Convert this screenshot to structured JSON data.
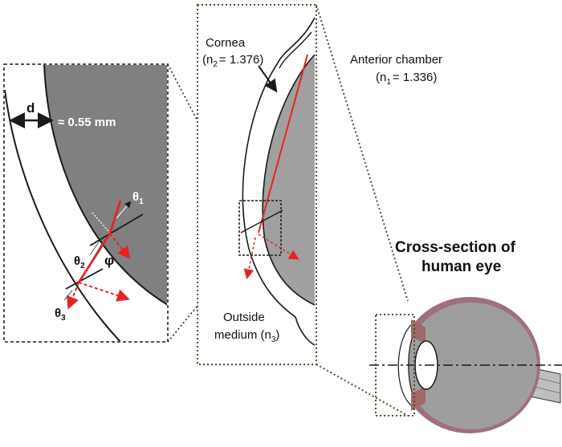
{
  "labels": {
    "d": "d",
    "thickness": "≈ 0.55 mm",
    "theta1": "θ",
    "theta1_sub": "1",
    "theta2": "θ",
    "theta2_sub": "2",
    "theta3": "θ",
    "theta3_sub": "3",
    "phi": "φ",
    "cornea": "Cornea",
    "cornea_n_open": "(n",
    "cornea_n_sub": "2",
    "cornea_n_value": "= 1.376)",
    "anterior": "Anterior chamber",
    "anterior_n_open": "(n",
    "anterior_n_sub": "1",
    "anterior_n_value": "= 1.336)",
    "outside_line1": "Outside",
    "outside_line2": "medium (n",
    "outside_sub": "3",
    "outside_close": ")",
    "cross_line1": "Cross-section of",
    "cross_line2": "human eye"
  },
  "colors": {
    "ray": "#e8231f",
    "grey": "#9b9b9b",
    "dark_grey": "#7f7f7f",
    "outline": "#1a1a1a",
    "dotted_frame": "#5c4a2c",
    "eye_sclera": "#a0707a"
  }
}
